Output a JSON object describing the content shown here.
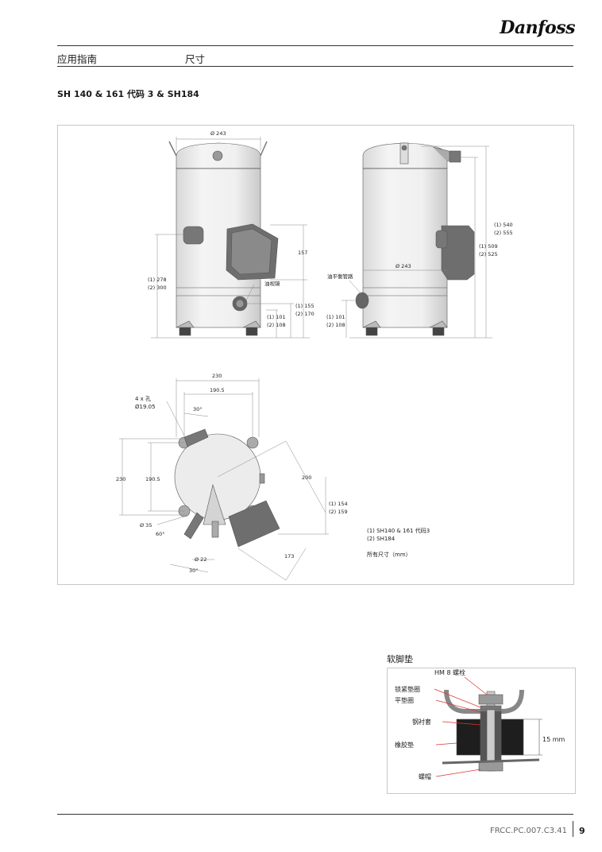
{
  "header": {
    "brand": "Danfoss",
    "section": "应用指南",
    "topic": "尺寸"
  },
  "title": "SH 140 & 161 代码 3 & SH184",
  "drawing": {
    "front": {
      "diameter": "Ø 243",
      "dim_157": "157",
      "height1": "(1) 278",
      "height2": "(2) 300",
      "sight_glass": "油视镜",
      "h155": "(1) 155",
      "h170": "(2) 170",
      "h101": "(1) 101",
      "h108": "(2) 108"
    },
    "side": {
      "total1": "(1) 540",
      "total2": "(2) 555",
      "h509": "(1) 509",
      "h525": "(2) 525",
      "diameter": "Ø 243",
      "equalization": "油平衡管路",
      "h101": "(1) 101",
      "h108": "(2) 108"
    },
    "top": {
      "w230": "230",
      "w1905": "190.5",
      "holes": "4 x 孔",
      "hole_dia": "Ø19.05",
      "angle30a": "30°",
      "h230": "230",
      "h1905": "190.5",
      "d200": "200",
      "h154": "(1) 154",
      "h159": "(2) 159",
      "d35": "Ø 35",
      "angle60": "60°",
      "d22": "Ø 22",
      "angle30b": "30°",
      "d173": "173"
    },
    "legend": {
      "l1": "(1) SH140 & 161 代码3",
      "l2": "(2) SH184",
      "units": "所有尺寸（mm）"
    }
  },
  "pad": {
    "title": "软脚垫",
    "bolt": "HM 8 螺栓",
    "lock_washer": "锁紧垫圈",
    "flat_washer": "平垫圈",
    "steel_sleeve": "钢衬套",
    "rubber": "橡胶垫",
    "nut": "螺帽",
    "height": "15 mm"
  },
  "footer": {
    "code": "FRCC.PC.007.C3.41",
    "page": "9"
  }
}
